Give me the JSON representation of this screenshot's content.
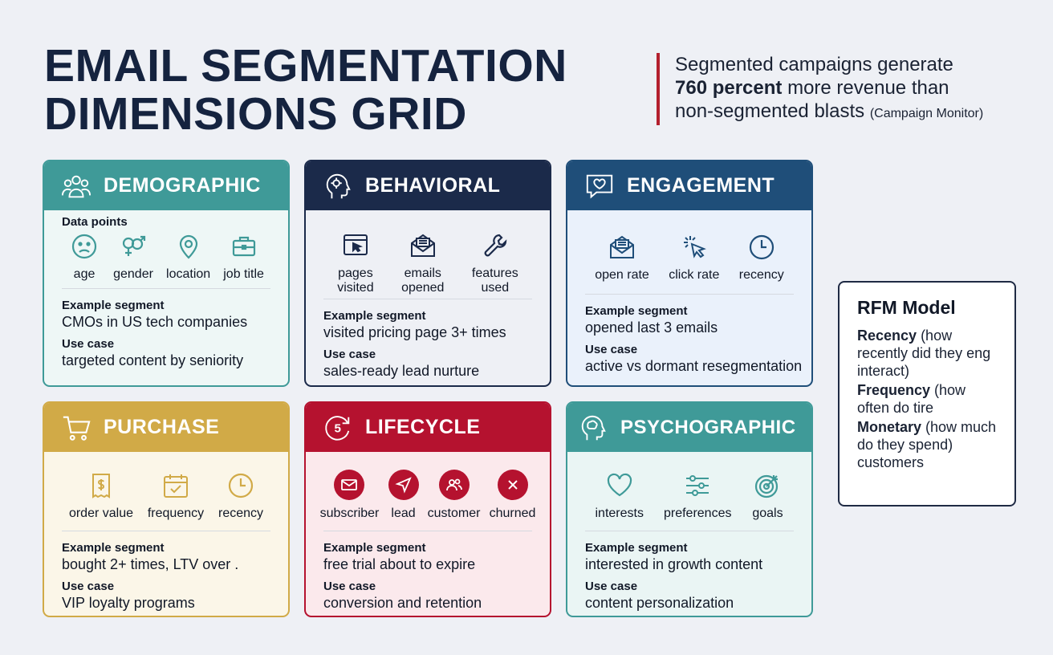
{
  "title": {
    "line1": "EMAIL SEGMENTATION",
    "line2": "DIMENSIONS GRID"
  },
  "stat": {
    "lead": "Segmented campaigns generate",
    "bold": "760 percent",
    "mid": " more revenue than",
    "line3": "non-segmented blasts ",
    "source": "(Campaign Monitor)",
    "accent_color": "#b3202e"
  },
  "labels": {
    "example": "Example segment",
    "usecase": "Use case"
  },
  "cards": {
    "demographic": {
      "title": "DEMOGRAPHIC",
      "color": "#3f9a98",
      "bg": "#eef7f6",
      "data_points_label": "Data points",
      "items": [
        "age",
        "gender",
        "location",
        "job title"
      ],
      "example": "CMOs in US tech companies",
      "usecase": "targeted content by seniority"
    },
    "behavioral": {
      "title": "BEHAVIORAL",
      "color": "#1b2a4a",
      "bg": "#eef0f5",
      "items": [
        "pages\nvisited",
        "emails\nopened",
        "features\nused"
      ],
      "example": "visited pricing page 3+ times",
      "usecase": "sales-ready lead nurture"
    },
    "engagement": {
      "title": "ENGAGEMENT",
      "color": "#1f4e79",
      "bg": "#eaf1fb",
      "items": [
        "open rate",
        "click rate",
        "recency"
      ],
      "example": "opened last 3 emails",
      "usecase": "active vs dormant resegmentation"
    },
    "purchase": {
      "title": "PURCHASE",
      "color": "#d1aa47",
      "bg": "#fbf6e8",
      "items": [
        "order value",
        "frequency",
        "recency"
      ],
      "example": "bought 2+ times, LTV over .",
      "usecase": "VIP loyalty programs"
    },
    "lifecycle": {
      "title": "LIFECYCLE",
      "color": "#b5122f",
      "bg": "#fbe9ec",
      "items": [
        "subscriber",
        "lead",
        "customer",
        "churned"
      ],
      "example": "free trial about to expire",
      "usecase": "conversion and retention"
    },
    "psychographic": {
      "title": "PSYCHOGRAPHIC",
      "color": "#3f9a98",
      "bg": "#eaf5f4",
      "items": [
        "interests",
        "preferences",
        "goals"
      ],
      "example": "interested in growth content",
      "usecase": "content personalization"
    }
  },
  "rfm": {
    "title": "RFM Model",
    "recency_term": "Recency",
    "recency_text": " (how recently did they eng interact)",
    "frequency_term": "Frequency",
    "frequency_text": " (how often do tire",
    "monetary_term": "Monetary",
    "monetary_text": " (how much do they spend) customers"
  }
}
